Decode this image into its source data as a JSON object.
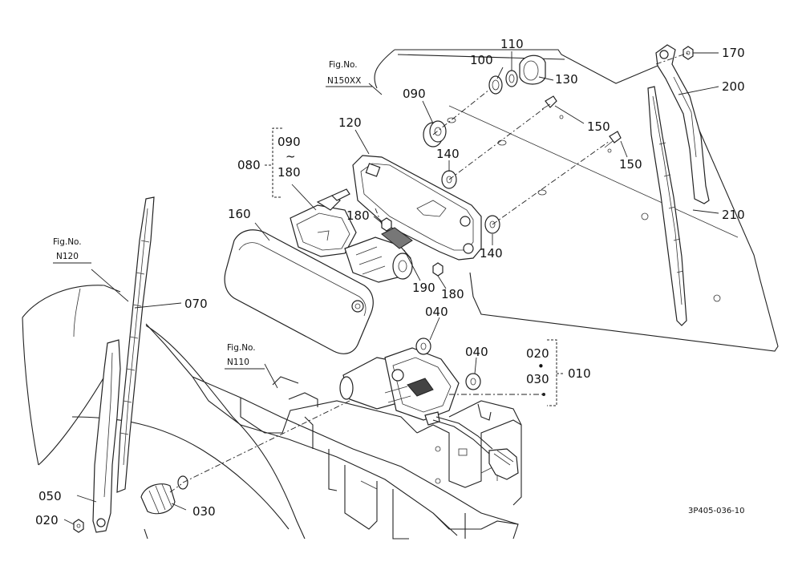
{
  "fig_refs": {
    "n150": {
      "line1": "Fig.No.",
      "line2": "N150XX"
    },
    "n120": {
      "line1": "Fig.No.",
      "line2": "N120"
    },
    "n110": {
      "line1": "Fig.No.",
      "line2": "N110"
    }
  },
  "callouts": {
    "p100": "100",
    "p110": "110",
    "p130": "130",
    "p170": "170",
    "p200": "200",
    "p090": "090",
    "p120": "120",
    "p150a": "150",
    "p150b": "150",
    "p140a": "140",
    "p140b": "140",
    "p210": "210",
    "p160": "160",
    "p180a": "180",
    "p180b": "180",
    "p190": "190",
    "p070": "070",
    "p040a": "040",
    "p040b": "040",
    "p050": "050",
    "p020": "020",
    "p030": "030"
  },
  "groups": {
    "g080": {
      "label": "080",
      "from": "090",
      "tilde": "~",
      "to": "180"
    },
    "g010": {
      "label": "010",
      "from": "020",
      "dot": "•",
      "to": "030"
    }
  },
  "drawing_code": "3P405-036-10"
}
